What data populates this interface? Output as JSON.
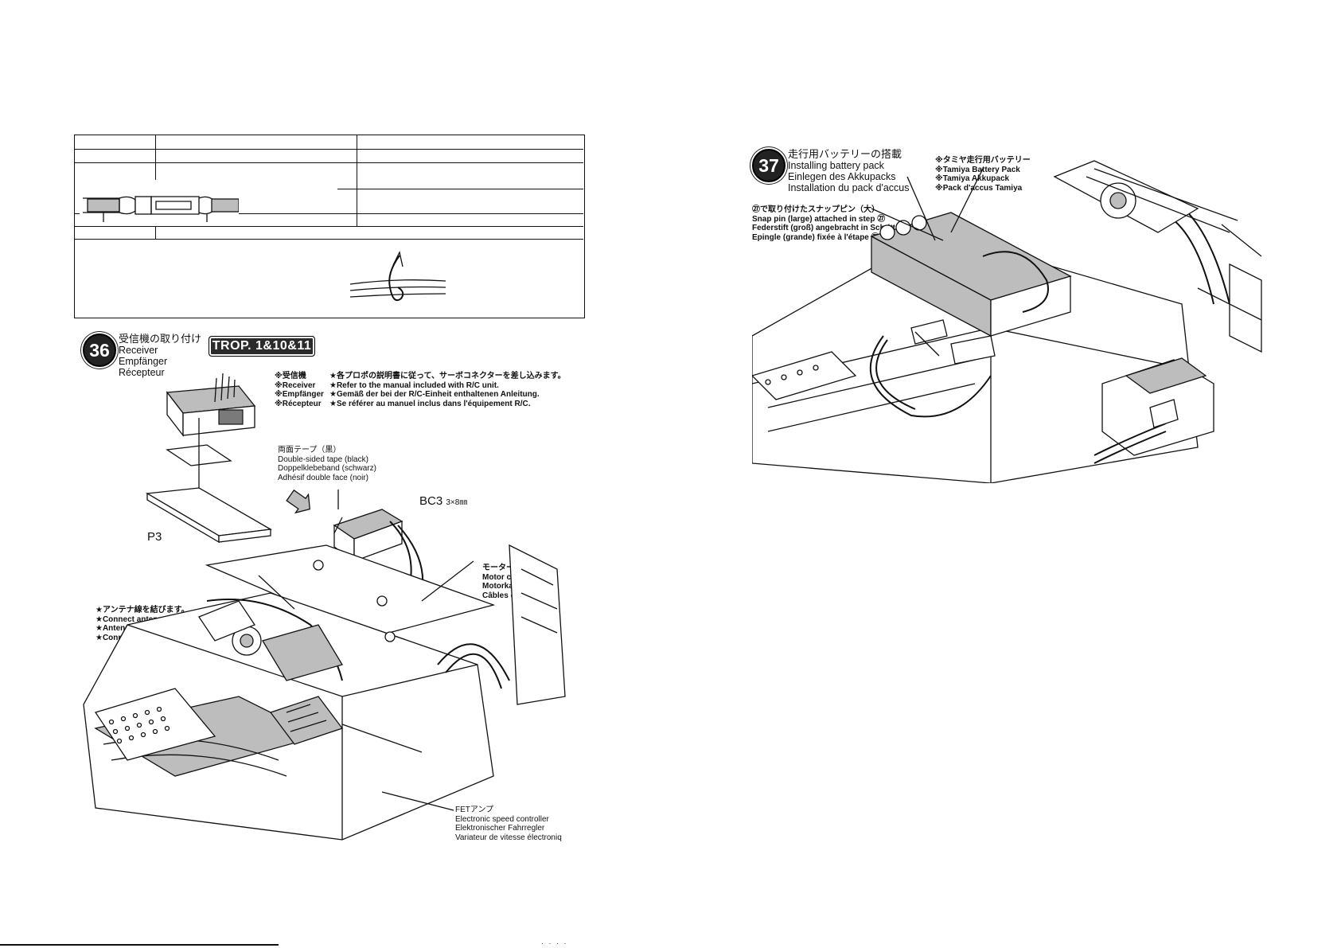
{
  "step36": {
    "number": "36",
    "title_jp": "受信機の取り付け",
    "title_en": "Receiver",
    "title_de": "Empfänger",
    "title_fr": "Récepteur",
    "badge": "TROP. 1&10&11",
    "receiver_label": [
      "※受信機",
      "※Receiver",
      "※Empfänger",
      "※Récepteur"
    ],
    "instruction": [
      "★各プロポの説明書に従って、サーボコネクターを差し込みます。",
      "★Refer to the manual included with R/C unit.",
      "★Gemäß der bei der R/C-Einheit enthaltenen Anleitung.",
      "★Se référer au manuel inclus dans l'équipement R/C."
    ],
    "tape": [
      "両面テープ（黒）",
      "Double-sided tape (black)",
      "Doppelklebeband (schwarz)",
      "Adhésif double face (noir)"
    ],
    "part_p3": "P3",
    "part_bc3": "BC3",
    "part_bc3_size": "3×8㎜",
    "motor_cables": [
      "モーターコード",
      "Motor cables",
      "Motorkabel",
      "Câbles du moteur"
    ],
    "antenna": [
      "★アンテナ線を結びます。",
      "★Connect antenna wire.",
      "★Antennendraht verbinden.",
      "★Connecter le fil d'antenne."
    ],
    "esc": [
      "FETアンプ",
      "Electronic speed controller",
      "Elektronischer Fahrregler",
      "Variateur de vitesse électroniq"
    ]
  },
  "step37": {
    "number": "37",
    "title_jp": "走行用バッテリーの搭載",
    "title_en": "Installing battery pack",
    "title_de": "Einlegen des Akkupacks",
    "title_fr": "Installation du pack d'accus",
    "battery": [
      "※タミヤ走行用バッテリー",
      "※Tamiya Battery Pack",
      "※Tamiya Akkupack",
      "※Pack d'accus Tamiya"
    ],
    "snap_pin": [
      "㉗で取り付けたスナップピン（大）",
      "Snap pin (large) attached in step ㉗",
      "Federstift (groß) angebracht in Schritt ㉗",
      "Epingle (grande) fixée à l'étape ㉗"
    ]
  }
}
